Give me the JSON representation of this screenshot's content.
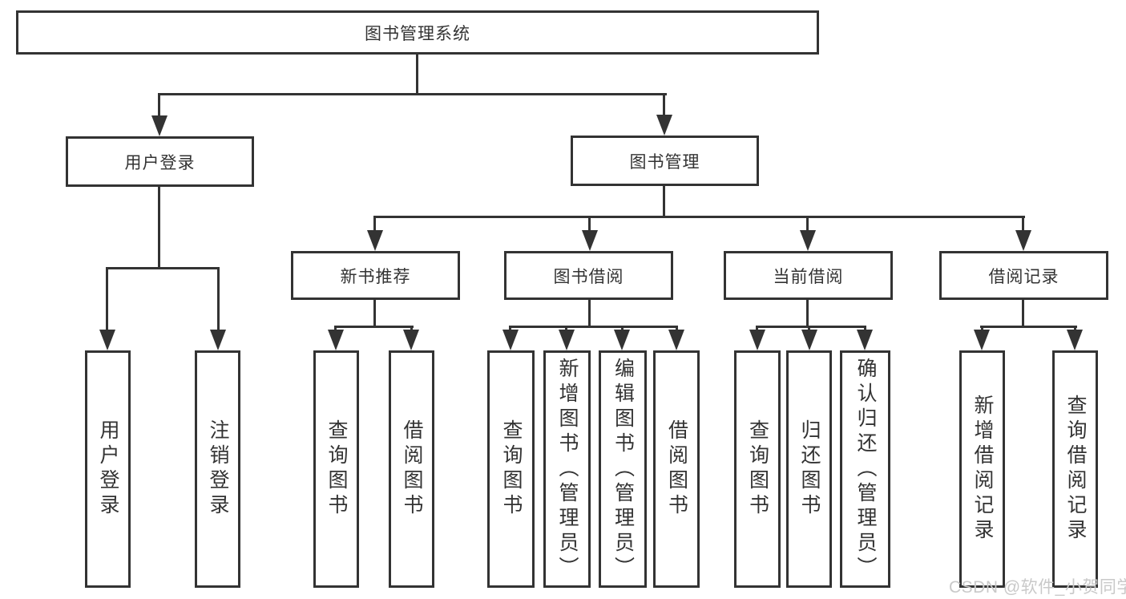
{
  "nodes": {
    "root": "图书管理系统",
    "user_login": "用户登录",
    "book_management": "图书管理",
    "new_book_recommend": "新书推荐",
    "book_borrowing": "图书借阅",
    "current_borrowing": "当前借阅",
    "borrowing_records": "借阅记录",
    "leaf_user_login": "用户登录",
    "leaf_logout": "注销登录",
    "leaf_query_books_1": "查询图书",
    "leaf_borrow_books_1": "借阅图书",
    "leaf_query_books_2": "查询图书",
    "leaf_add_books_admin": "新增图书（管理员）",
    "leaf_edit_books_admin": "编辑图书（管理员）",
    "leaf_borrow_books_2": "借阅图书",
    "leaf_query_books_3": "查询图书",
    "leaf_return_books": "归还图书",
    "leaf_confirm_return_admin": "确认归还（管理员）",
    "leaf_add_borrow_record": "新增借阅记录",
    "leaf_query_borrow_record": "查询借阅记录"
  },
  "watermark": {
    "text": "CSDN @软件_小贺同学"
  },
  "colors": {
    "line": "#333333",
    "text": "#333333",
    "background": "#ffffff",
    "watermark": "#c9c9c9"
  }
}
